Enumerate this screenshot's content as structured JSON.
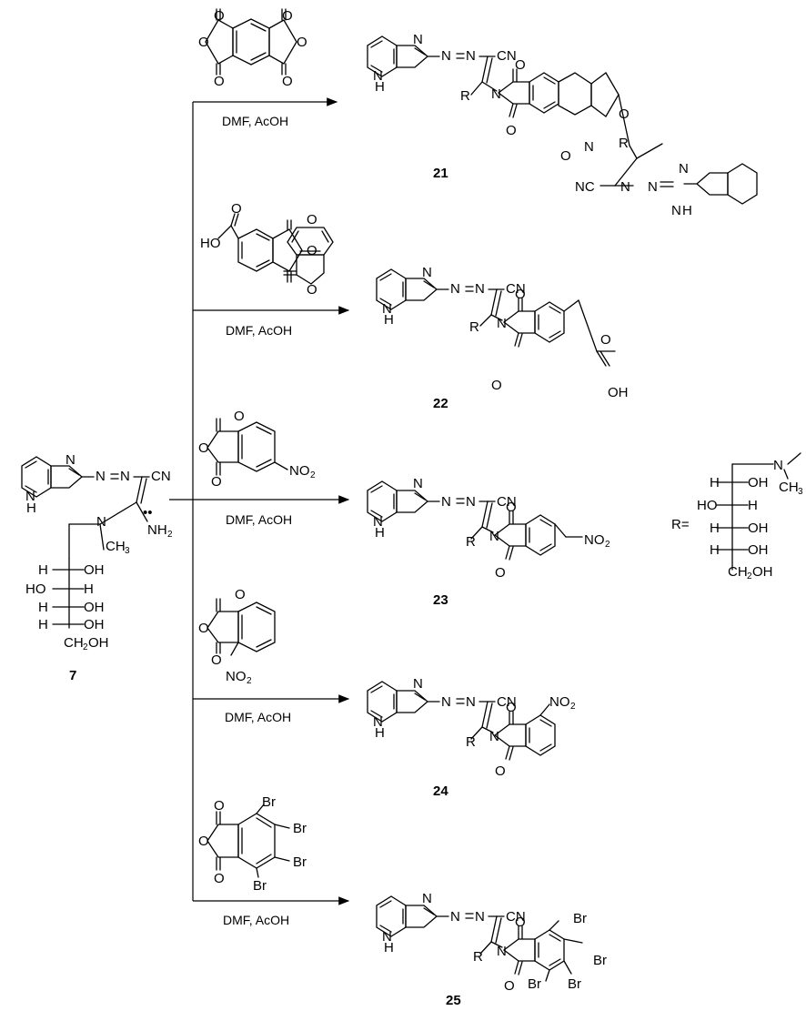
{
  "scheme": {
    "starting_material": {
      "id": "7",
      "labels": {
        "N": "N",
        "H": "H",
        "CN": "CN",
        "NH2": "NH",
        "two": "2",
        "lonepair": "••",
        "CH3": "CH",
        "three": "3",
        "OH": "OH",
        "HO": "HO",
        "Hc": "H",
        "CH2OH": "CH",
        "two2": "2",
        "OHend": "OH"
      }
    },
    "reactions": [
      {
        "id": "rxn-21",
        "conditions": "DMF, AcOH",
        "product": "21",
        "reagent_labels": {
          "O": "O"
        },
        "product_labels": {
          "N": "N",
          "H": "H",
          "CN": "CN",
          "R": "R",
          "O": "O",
          "NC": "NC"
        }
      },
      {
        "id": "rxn-22",
        "conditions": "DMF, AcOH",
        "product": "22",
        "reagent_labels": {
          "O": "O",
          "HO": "HO"
        },
        "product_labels": {
          "N": "N",
          "H": "H",
          "CN": "CN",
          "R": "R",
          "O": "O",
          "OH": "OH"
        }
      },
      {
        "id": "rxn-23",
        "conditions": "DMF, AcOH",
        "product": "23",
        "reagent_labels": {
          "O": "O",
          "NO": "NO",
          "two": "2"
        },
        "product_labels": {
          "N": "N",
          "H": "H",
          "CN": "CN",
          "R": "R",
          "O": "O",
          "NO": "NO",
          "two": "2"
        }
      },
      {
        "id": "rxn-24",
        "conditions": "DMF, AcOH",
        "product": "24",
        "reagent_labels": {
          "O": "O",
          "NO": "NO",
          "two": "2"
        },
        "product_labels": {
          "N": "N",
          "H": "H",
          "CN": "CN",
          "R": "R",
          "O": "O",
          "NO": "NO",
          "two": "2"
        }
      },
      {
        "id": "rxn-25",
        "conditions": "DMF, AcOH",
        "product": "25",
        "reagent_labels": {
          "O": "O",
          "Br": "Br"
        },
        "product_labels": {
          "N": "N",
          "H": "H",
          "CN": "CN",
          "R": "R",
          "O": "O",
          "Br": "Br"
        }
      }
    ],
    "r_group": {
      "label": "R=",
      "labels": {
        "N": "N",
        "CH": "CH",
        "three": "3",
        "H": "H",
        "OH": "OH",
        "HO": "HO",
        "CH2OH": "CH",
        "two": "2",
        "OHend": "OH"
      }
    }
  }
}
